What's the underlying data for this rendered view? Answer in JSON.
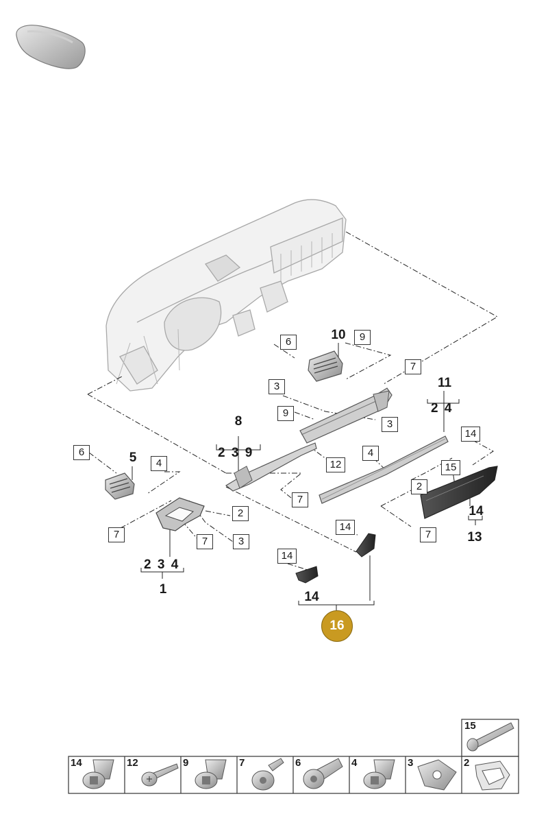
{
  "callouts": {
    "b6_top": "6",
    "b10": "10",
    "b9_top": "9",
    "b7_top": "7",
    "b3_a": "3",
    "b9_mid": "9",
    "b3_b": "3",
    "b12": "12",
    "b8": "8",
    "g8": "2 3 9",
    "b11": "11",
    "g11": "2 4",
    "b6_left": "6",
    "b5": "5",
    "b4_left": "4",
    "b4_mid": "4",
    "b14_right": "14",
    "b15": "15",
    "b2_right": "2",
    "b2_mid": "2",
    "b7_mid": "7",
    "b7_left": "7",
    "b7_low": "7",
    "b3_low": "3",
    "b7_right": "7",
    "b14_13": "14",
    "b13": "13",
    "g1": "2 3 4",
    "b1": "1",
    "b14_a": "14",
    "b14_b": "14",
    "b14_bold": "14",
    "badge": "16"
  },
  "fasteners": {
    "top": {
      "label": "15",
      "icon": "bolt-icon"
    },
    "cells": [
      {
        "label": "14",
        "icon": "nut-rivet-icon"
      },
      {
        "label": "12",
        "icon": "screw-icon"
      },
      {
        "label": "9",
        "icon": "nut-rivet-icon"
      },
      {
        "label": "7",
        "icon": "expansion-rivet-icon"
      },
      {
        "label": "6",
        "icon": "torx-bolt-icon"
      },
      {
        "label": "4",
        "icon": "nut-rivet-icon"
      },
      {
        "label": "3",
        "icon": "clip-nut-icon"
      },
      {
        "label": "2",
        "icon": "spring-clip-icon"
      }
    ]
  }
}
